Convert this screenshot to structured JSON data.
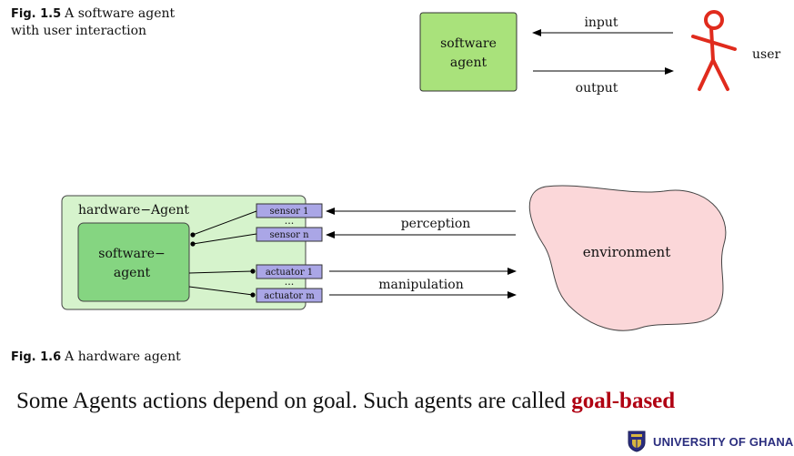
{
  "fig15": {
    "label": "Fig. 1.5",
    "caption_line1": "A software agent",
    "caption_line2": "with user interaction",
    "box_line1": "software",
    "box_line2": "agent",
    "input_label": "input",
    "output_label": "output",
    "user_label": "user"
  },
  "fig16": {
    "label": "Fig. 1.6",
    "caption": "A hardware agent",
    "outer_label": "hardware−Agent",
    "inner_line1": "software−",
    "inner_line2": "agent",
    "sensor_1": "sensor 1",
    "sensor_n": "sensor n",
    "actuator_1": "actuator 1",
    "actuator_m": "actuator m",
    "dots": "...",
    "perception_label": "perception",
    "manipulation_label": "manipulation",
    "environment_label": "environment"
  },
  "body": {
    "text_before": "Some Agents actions depend on goal. Such agents are called ",
    "text_red": "goal-based"
  },
  "footer": {
    "university": "UNIVERSITY OF GHANA"
  },
  "colors": {
    "software_box": "#a9e27b",
    "hardware_outer": "#d6f3cc",
    "hardware_inner": "#85d581",
    "sensor_box": "#aaa6e6",
    "environment": "#fbd7d9",
    "user_figure": "#e02b1d",
    "highlight_text": "#b00012"
  },
  "icons": [
    "user-stick-figure-icon",
    "university-crest-icon"
  ]
}
